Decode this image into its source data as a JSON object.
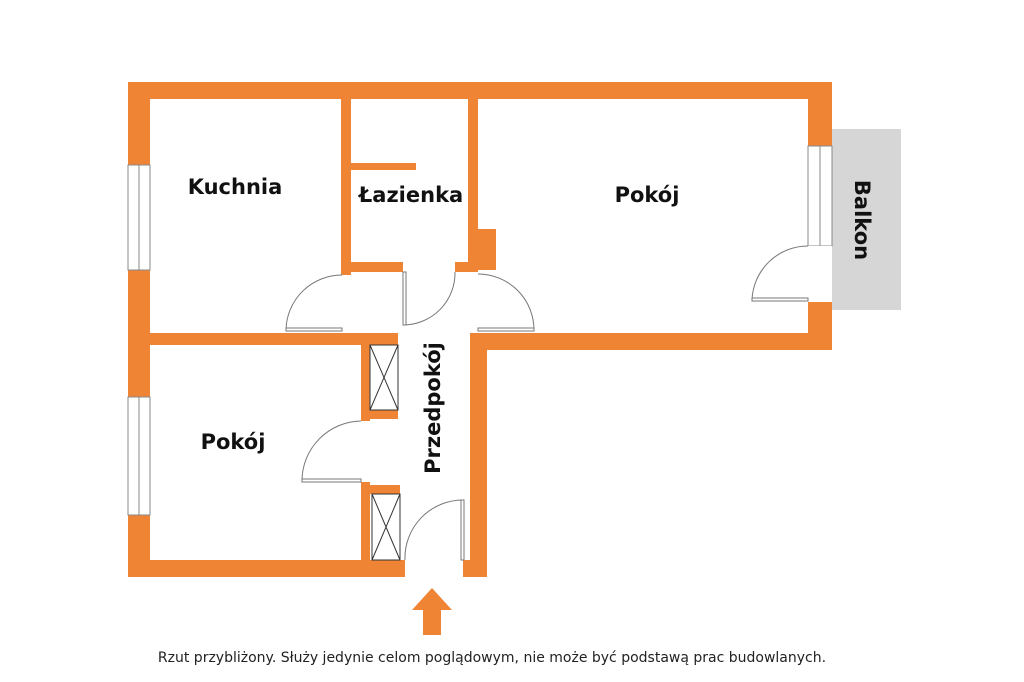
{
  "plan": {
    "rooms": {
      "kitchen": "Kuchnia",
      "bathroom": "Łazienka",
      "room_large": "Pokój",
      "room_small": "Pokój",
      "hallway": "Przedpokój",
      "balcony": "Balkon"
    },
    "caption": "Rzut przybliżony. Służy jedynie celom poglądowym, nie może być podstawą prac budowlanych.",
    "colors": {
      "wall": "#ef8434",
      "balcony": "#d6d6d6"
    },
    "entrance_icon": "arrow-up-icon"
  }
}
